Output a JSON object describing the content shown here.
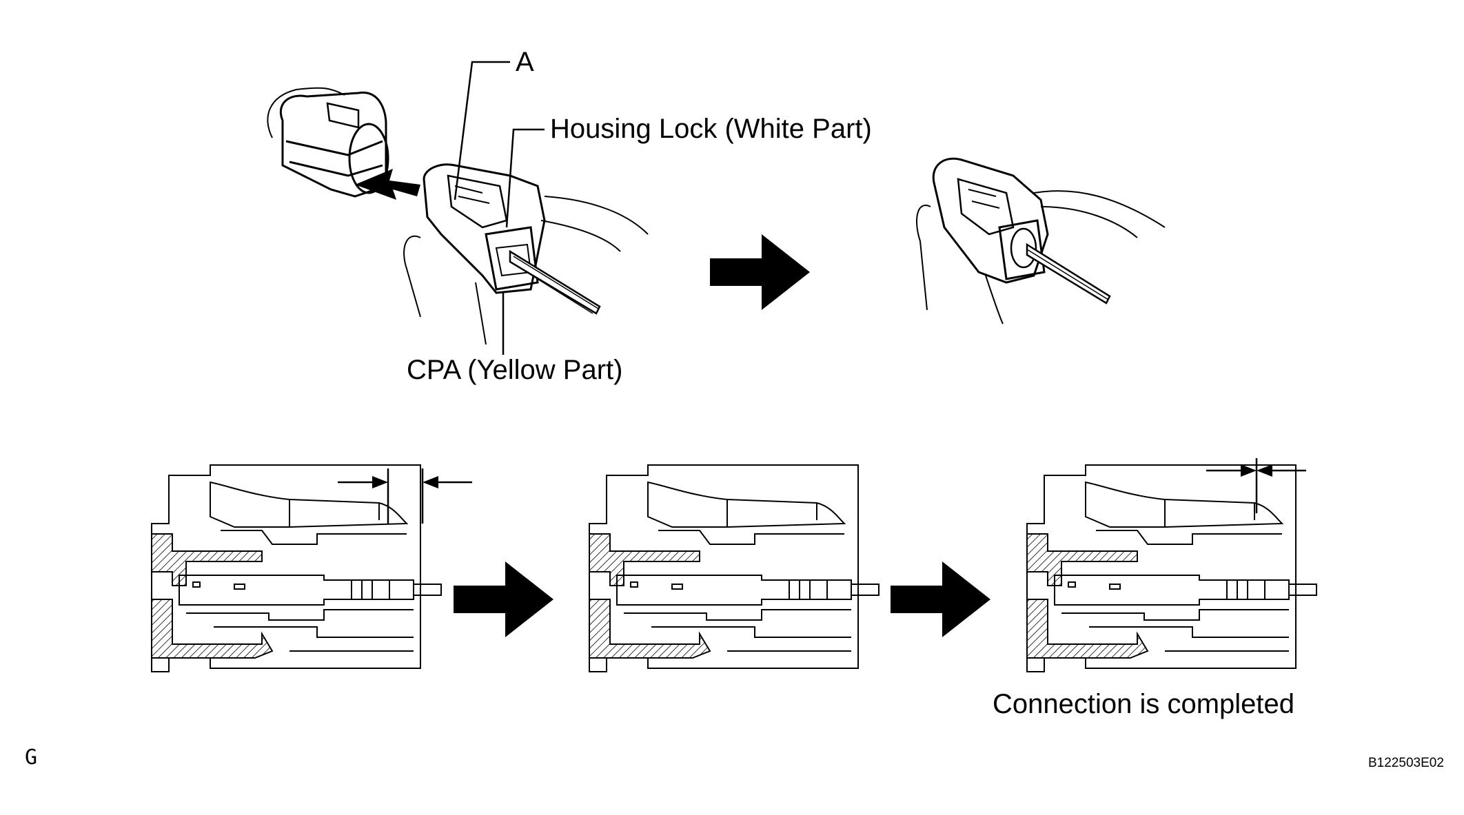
{
  "labels": {
    "a": "A",
    "housing_lock": "Housing Lock (White Part)",
    "cpa": "CPA (Yellow Part)",
    "connection_completed": "Connection is completed",
    "corner_mark": "G",
    "figure_code": "B122503E02"
  },
  "colors": {
    "ink": "#000000",
    "paper": "#ffffff"
  }
}
